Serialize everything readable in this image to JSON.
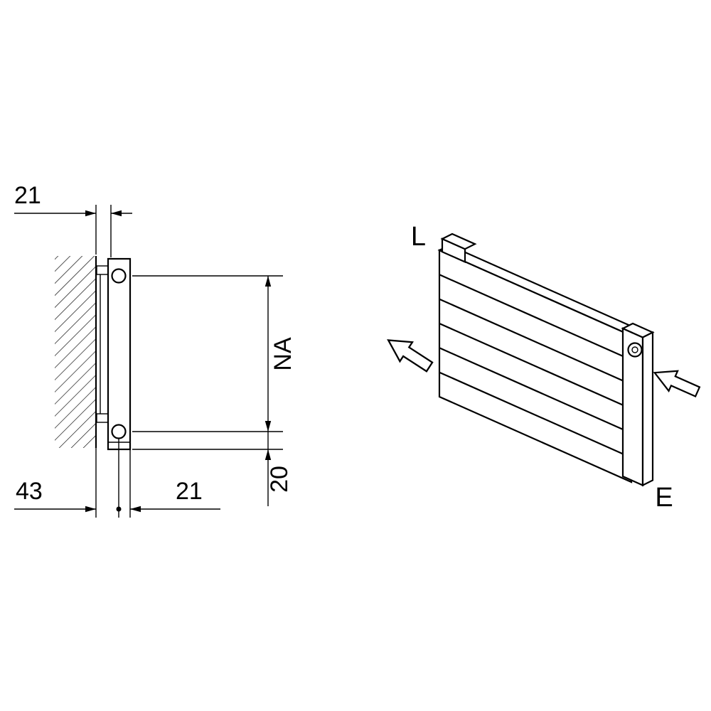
{
  "colors": {
    "line": "#000000",
    "background": "#ffffff"
  },
  "section_view": {
    "dim_top_depth": "21",
    "dim_hub_distance": "NA",
    "dim_wall_to_axis": "43",
    "dim_axis_to_front": "21",
    "dim_bottom_offset": "20"
  },
  "iso_view": {
    "label_left": "L",
    "label_right": "E"
  }
}
